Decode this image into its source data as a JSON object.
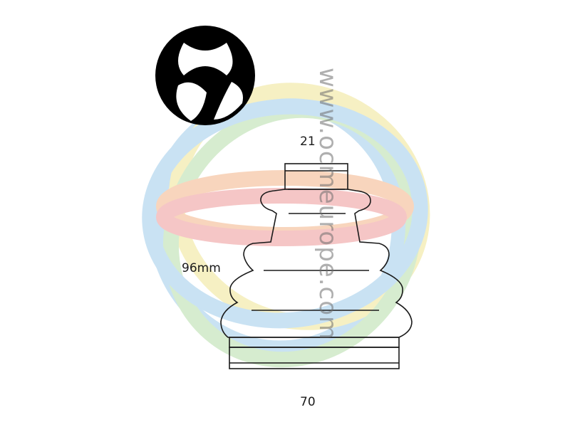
{
  "diagram": {
    "labels": {
      "top_diameter": "21",
      "height": "96mm",
      "bottom_diameter": "70"
    },
    "watermark_text": "www.ocmeurope.com",
    "colors": {
      "ring_blue": "#b7d9ef",
      "ring_yellow": "#f3ecb0",
      "ring_green": "#c9e6c0",
      "ring_orange": "#f6c8a8",
      "ring_red": "#f2b3b3",
      "outline": "#1a1a1a",
      "badge_fill": "#000000"
    },
    "icons": [
      "joint-type-badge-icon"
    ]
  }
}
